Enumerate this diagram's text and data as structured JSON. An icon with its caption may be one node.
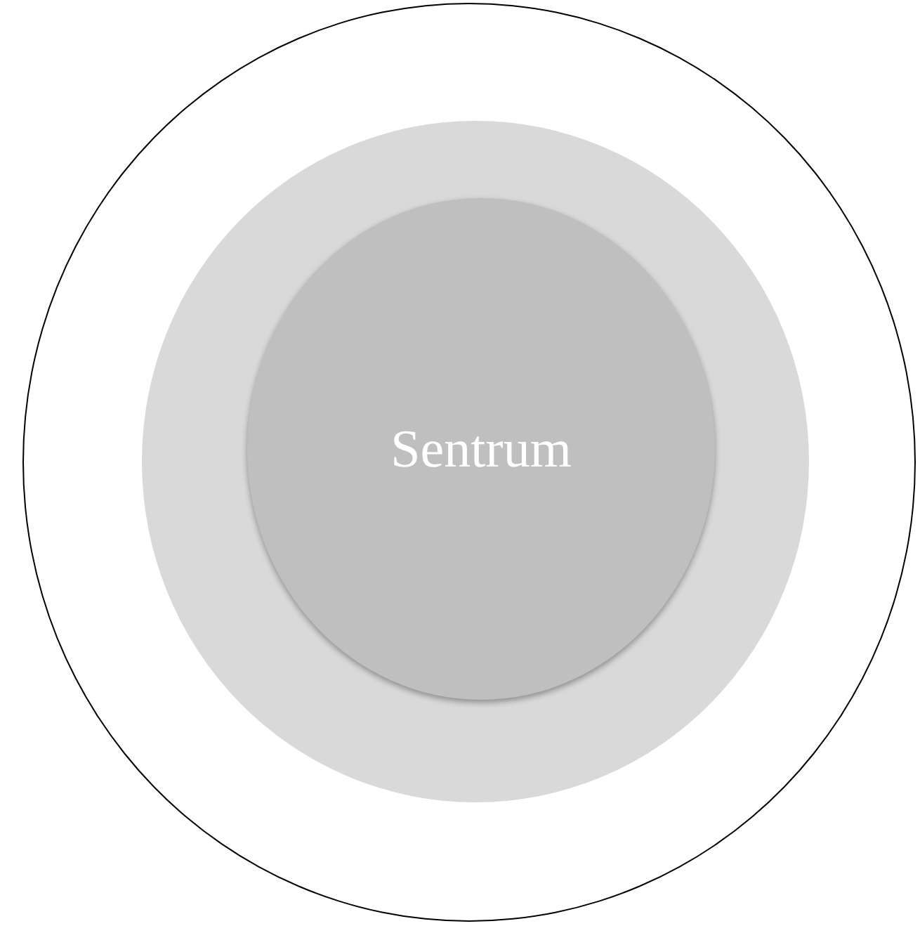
{
  "diagram": {
    "nodes": [
      {
        "text": [],
        "shape": "circle"
      },
      {
        "text": [],
        "shape": "circle",
        "in": 0
      },
      {
        "text": [
          "Sentrum"
        ],
        "in": 1
      }
    ]
  }
}
